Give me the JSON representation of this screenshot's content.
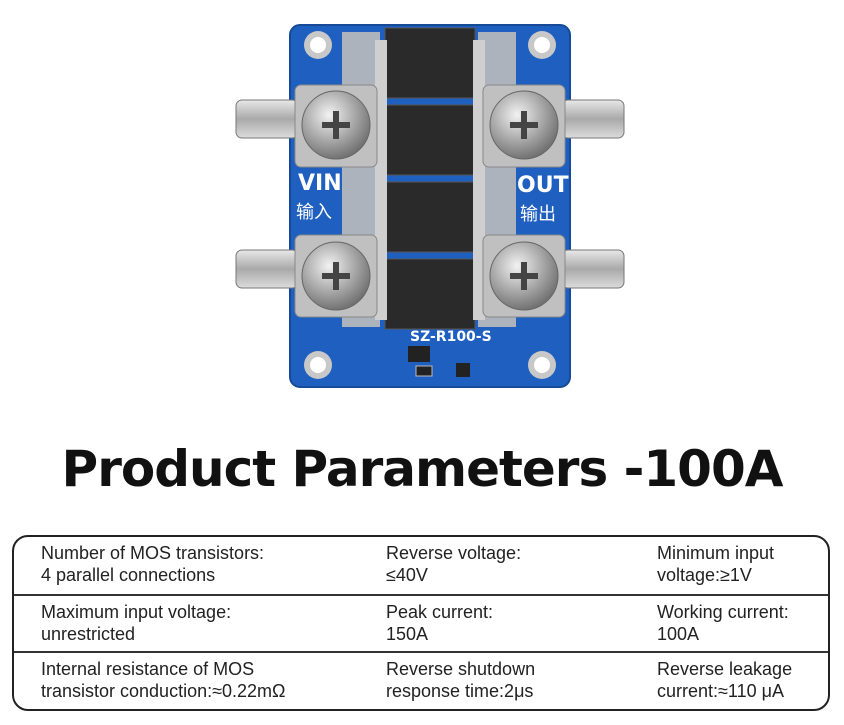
{
  "board": {
    "vin_label": "VIN",
    "vin_cn": "输入",
    "out_label": "OUT",
    "out_cn": "输出",
    "model": "SZ-R100-S",
    "pcb_color": "#1f5fbf",
    "screw_icon": "phillips-screw-icon",
    "mosfet_count": 4
  },
  "title": "Product Parameters -100A",
  "params": [
    [
      {
        "line1": "Number of MOS transistors:",
        "line2": "4 parallel connections"
      },
      {
        "line1": "Reverse voltage:",
        "line2": "≤40V"
      },
      {
        "line1": "Minimum input",
        "line2": "voltage:≥1V"
      }
    ],
    [
      {
        "line1": "Maximum input voltage:",
        "line2": "unrestricted"
      },
      {
        "line1": "Peak current:",
        "line2": "150A"
      },
      {
        "line1": "Working current:",
        "line2": "100A"
      }
    ],
    [
      {
        "line1": "Internal resistance of MOS",
        "line2": "transistor conduction:≈0.22mΩ"
      },
      {
        "line1": "Reverse shutdown",
        "line2": "response time:2μs"
      },
      {
        "line1": "Reverse leakage",
        "line2": "current:≈110 μA"
      }
    ]
  ]
}
